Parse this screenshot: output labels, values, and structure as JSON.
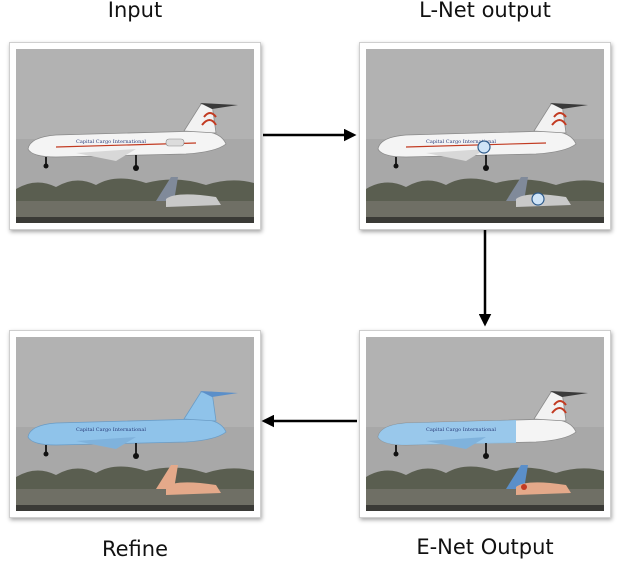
{
  "labels": {
    "input": "Input",
    "lnet": "L-Net output",
    "enet": "E-Net Output",
    "refine": "Refine"
  },
  "colors": {
    "sky": "#a6a6a6",
    "ground": "#6f6f65",
    "trees": "#565a4c",
    "plane_body": "#f4f4f4",
    "seg_blue": "#8fc3ea",
    "seg_orange": "#e4a98a",
    "accent_red": "#c23b22"
  },
  "flow": [
    "input",
    "lnet",
    "enet",
    "refine"
  ]
}
